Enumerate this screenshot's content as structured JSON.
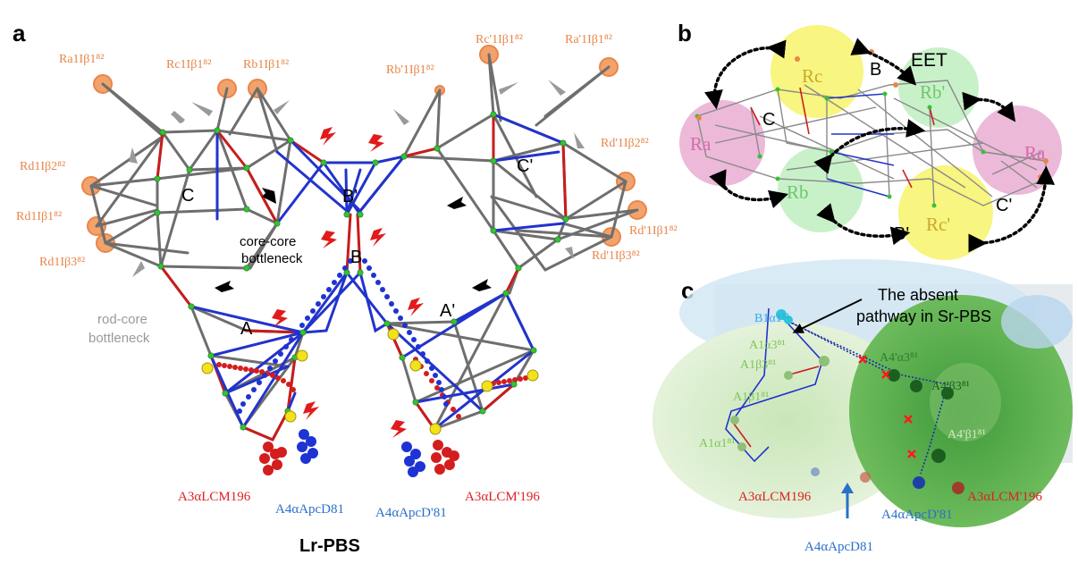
{
  "panels": {
    "a": {
      "letter": "a",
      "title": "Lr-PBS",
      "nodes": {
        "Ra1": "Ra1Iβ1⁸²",
        "Rc1": "Rc1Iβ1⁸²",
        "Rb1": "Rb1Iβ1⁸²",
        "Rb1p": "Rb'1Iβ1⁸²",
        "Rc1p": "Rc'1Iβ1⁸²",
        "Ra1p": "Ra'1Iβ1⁸²",
        "Rd1b2": "Rd1Iβ2⁸²",
        "Rd1b1": "Rd1Iβ1⁸²",
        "Rd1b3": "Rd1Iβ3⁸²",
        "Rd1pb2": "Rd'1Iβ2⁸²",
        "Rd1pb1": "Rd'1Iβ1⁸²",
        "Rd1pb3": "Rd'1Iβ3⁸²"
      },
      "cylinders": {
        "C": "C",
        "Cp": "C'",
        "Bp": "B'",
        "B": "B",
        "A": "A",
        "Ap": "A'"
      },
      "notes": {
        "core_line1": "core-core",
        "core_line2": "bottleneck",
        "rod_line1": "rod-core",
        "rod_line2": "bottleneck"
      },
      "terminals": {
        "lcm_left": "A3αLCM196",
        "apcd_left": "A4αApcD81",
        "apcd_right": "A4αApcD'81",
        "lcm_right": "A3αLCM'196"
      }
    },
    "b": {
      "letter": "b",
      "labels": {
        "Rc_top": "Rc",
        "Rb_prime": "Rb'",
        "Ra_left": "Ra",
        "Ra_right": "Ra",
        "Rb": "Rb",
        "Rc_prime": "Rc'",
        "B": "B",
        "C": "C",
        "B_prime": "B'",
        "C_prime": "C'",
        "EET": "EET"
      }
    },
    "c": {
      "letter": "c",
      "annotation_line1": "The absent",
      "annotation_line2": "pathway in Sr-PBS",
      "labels": {
        "B1a1": "B1α1⁸¹",
        "A1a3": "A1α3⁸¹",
        "A1b3": "A1β3⁸¹",
        "A1b1": "A1β1⁸¹",
        "A1a1": "A1α1⁸¹",
        "A4pa3": "A4'α3⁸¹",
        "A4pb3": "A4'β3⁸¹",
        "A4pb1": "A4'β1⁸¹"
      },
      "terminals": {
        "lcm": "A3αLCM196",
        "apcd": "A4αApcD81",
        "apcd_p": "A4αApcD'81",
        "lcm_p": "A3αLCM'196"
      }
    }
  },
  "colors": {
    "orange": "#e8864a",
    "grey_edge": "#707070",
    "red_edge": "#cc1f1f",
    "blue_edge": "#2233cc",
    "green_node": "#2fbf2f",
    "yellow_node": "#f2e21a",
    "blue_text": "#2a6fc9",
    "red_text": "#dd2222",
    "pink": "#e7a7cf",
    "lightgreen": "#bfeebf",
    "yellow_hl": "#f7f36a"
  }
}
